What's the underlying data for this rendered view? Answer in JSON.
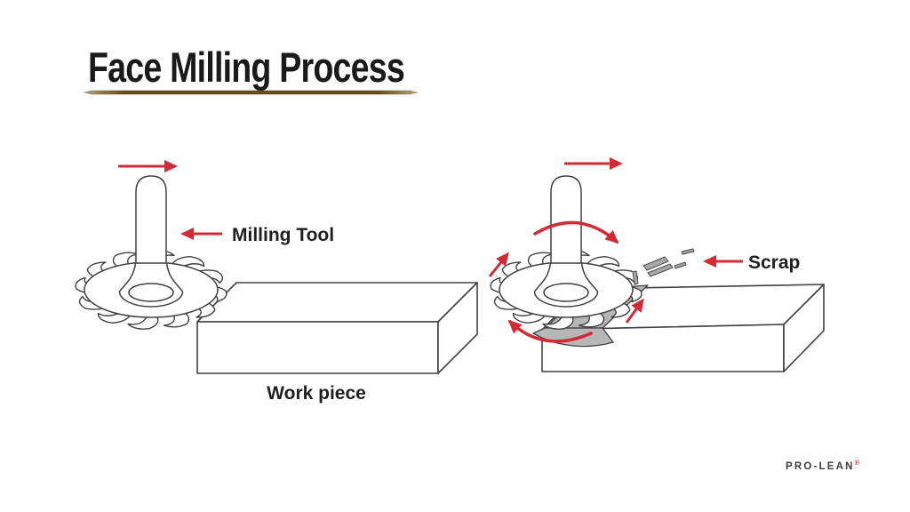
{
  "slide": {
    "title": "Face Milling Process"
  },
  "labels": {
    "milling_tool": "Milling Tool",
    "work_piece": "Work piece",
    "scrap": "Scrap"
  },
  "logo": {
    "brand": "PRO-LEAN",
    "mark": "®"
  },
  "colors": {
    "ink": "#1a1a1a",
    "arrow_red": "#d32b35",
    "underline_brown": "#7d5b1e",
    "line_dark": "#404040",
    "machined_gray": "#b7b7b7"
  }
}
